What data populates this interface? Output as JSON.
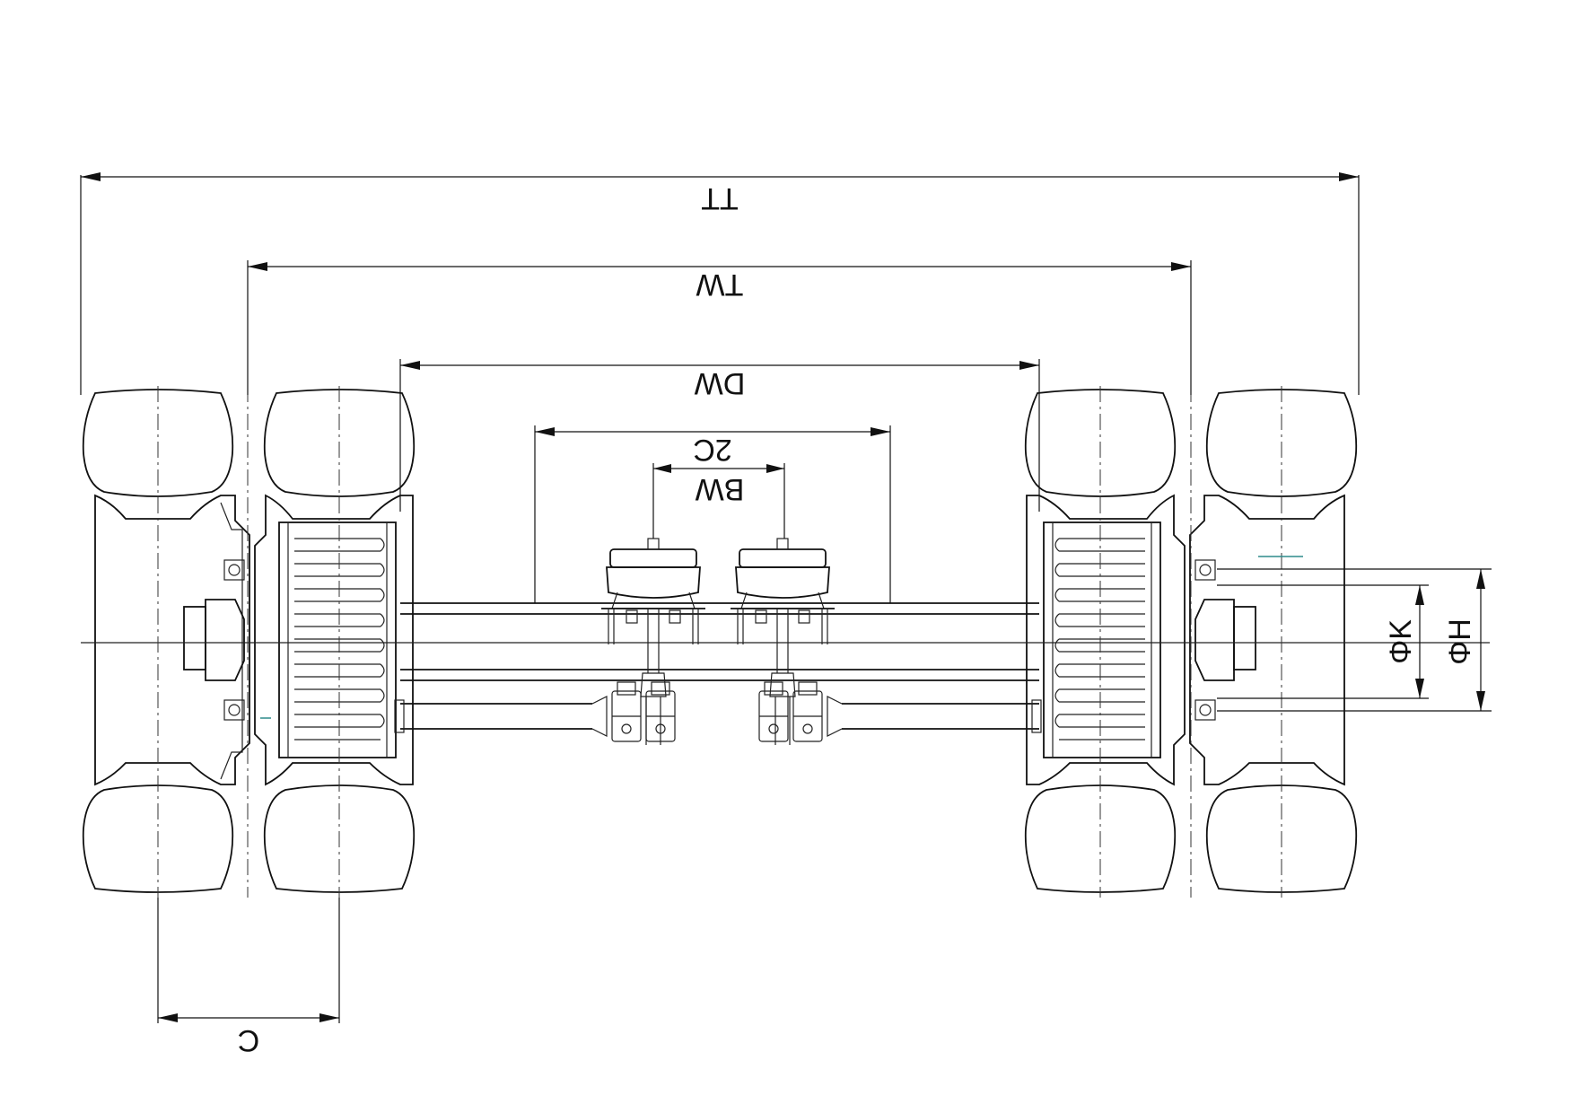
{
  "dimensions": {
    "tt": "TT",
    "tw": "TW",
    "dw": "DW",
    "two_c": "2C",
    "bw": "BW",
    "c": "C",
    "phi_k": "ΦK",
    "phi_h": "ΦH"
  },
  "colors": {
    "line": "#111111",
    "accent": "#2e8b8b"
  }
}
